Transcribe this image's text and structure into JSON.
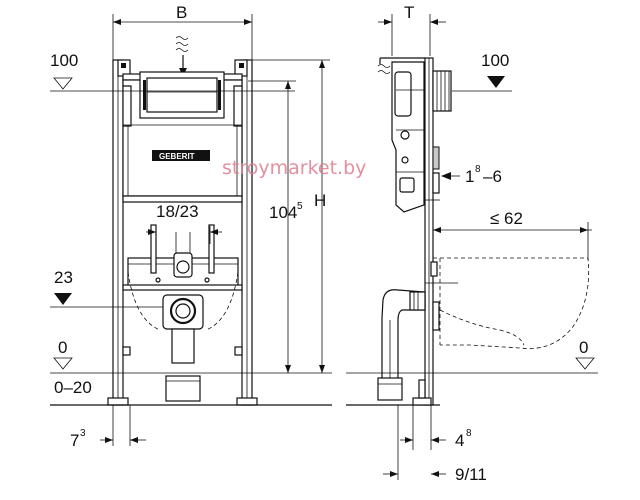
{
  "watermark": "stroymarket.by",
  "brand_logo": "GEBERIT",
  "front_view": {
    "width_label": "B",
    "height_label": "H",
    "frame_height_main": "104",
    "frame_height_sup": "5",
    "drain_spacing": "18/23",
    "level_top": "100",
    "level_drain": "23",
    "level_floor": "0",
    "floor_range": "0–20",
    "foot_offset_main": "7",
    "foot_offset_sup": "3"
  },
  "side_view": {
    "depth_label": "T",
    "level_top": "100",
    "wall_range_main": "1",
    "wall_range_sup": "8",
    "wall_range_end": "–6",
    "bowl_projection": "≤ 62",
    "level_floor": "0",
    "pipe_offset_main": "4",
    "pipe_offset_sup": "8",
    "pipe_offset_range": "9/11"
  },
  "icons": {
    "water_inlet": "water-inlet-icon",
    "level_marker_open": "level-triangle-open-icon",
    "level_marker_filled": "level-triangle-filled-icon"
  },
  "colors": {
    "line": "#111111",
    "watermark": "#e07b8e",
    "background": "#ffffff"
  }
}
